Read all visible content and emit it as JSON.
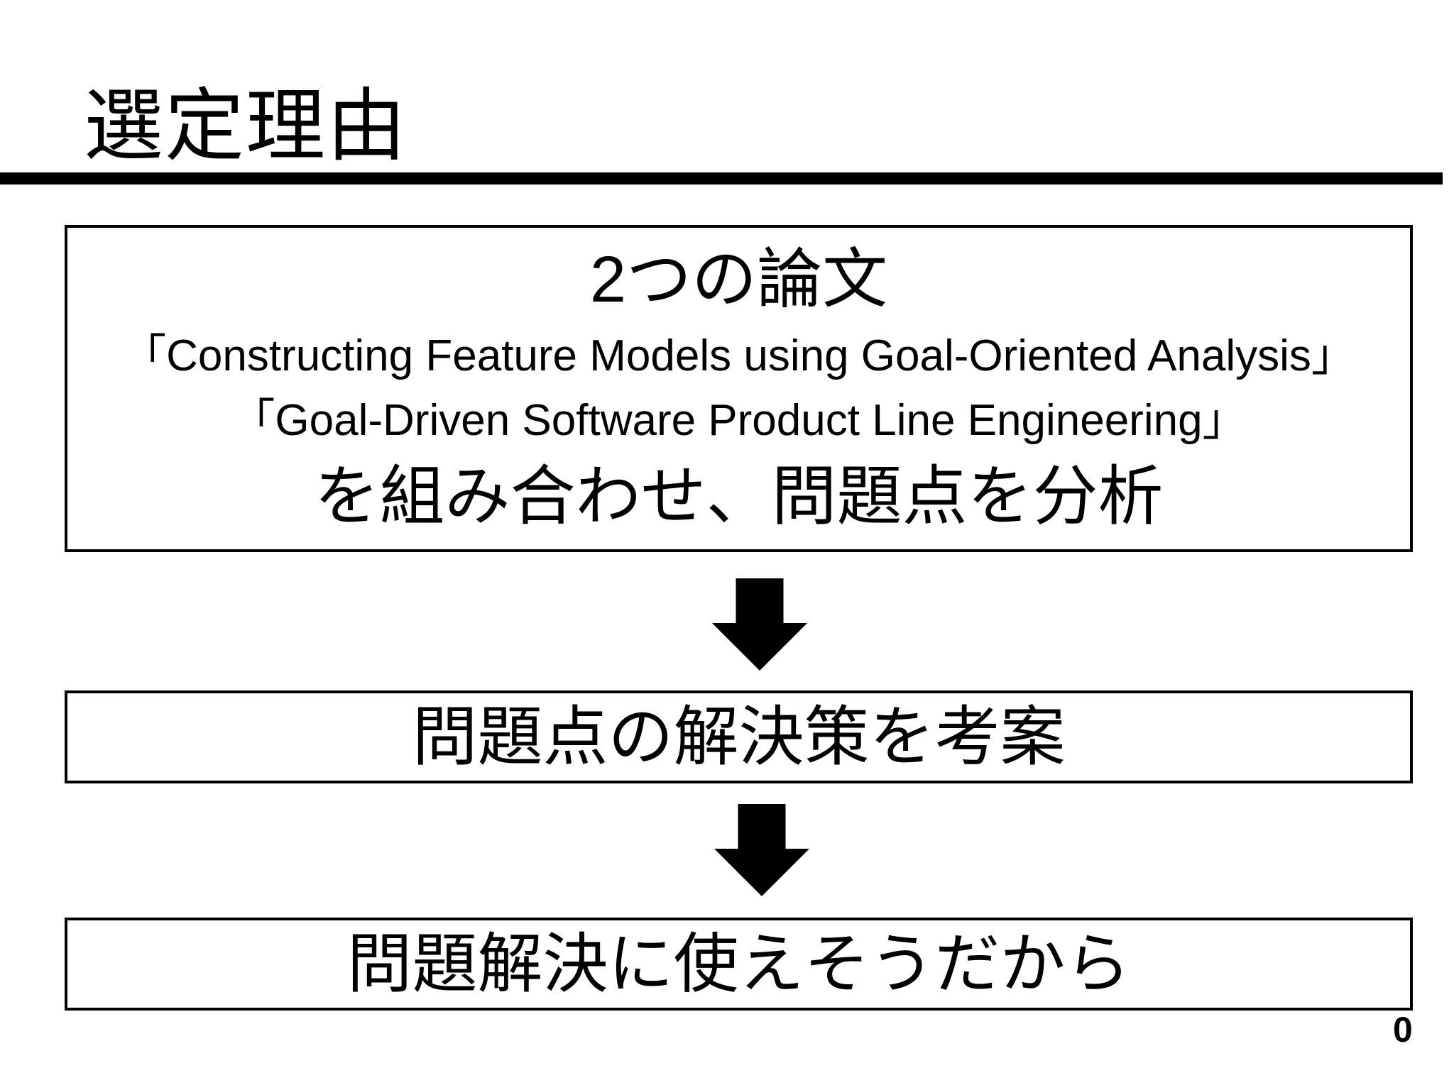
{
  "slide": {
    "title": "選定理由",
    "page_number": "0",
    "colors": {
      "text": "#000000",
      "background": "#ffffff",
      "rule": "#000000",
      "box_border": "#000000",
      "arrow": "#000000"
    },
    "icons": {
      "flow_arrow": "down-arrow-icon"
    }
  },
  "flow": {
    "box_papers": {
      "heading": "2つの論文",
      "paper1": "「Constructing Feature Models using Goal-Oriented Analysis」",
      "paper2": "「Goal-Driven Software Product Line Engineering」",
      "conclusion": "を組み合わせ、問題点を分析"
    },
    "box_solution": {
      "text": "問題点の解決策を考案"
    },
    "box_reason": {
      "text": "問題解決に使えそうだから"
    }
  }
}
